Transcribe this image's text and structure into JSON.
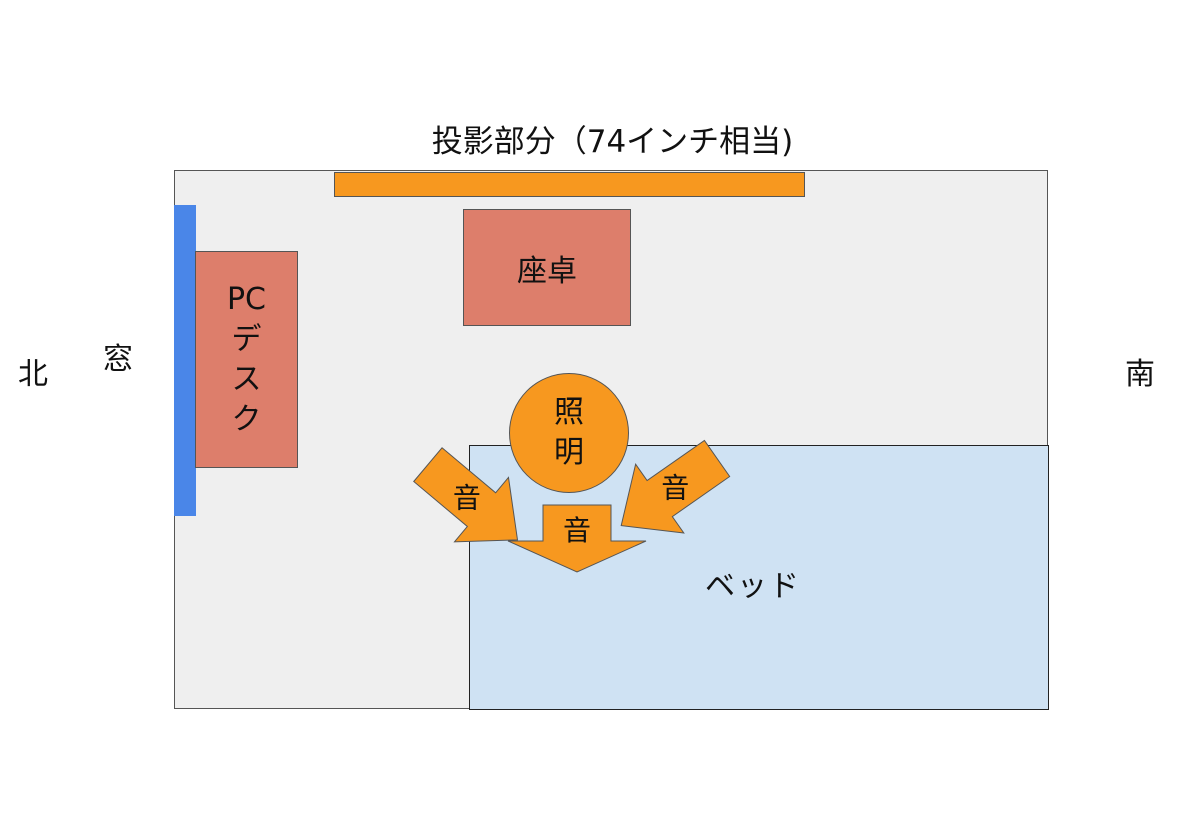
{
  "title": "投影部分（74インチ相当)",
  "directions": {
    "north": "北",
    "south": "南"
  },
  "window": {
    "label": "窓"
  },
  "pc_desk": {
    "lines": [
      "PC",
      "デ",
      "ス",
      "ク"
    ]
  },
  "zataku": {
    "label": "座卓"
  },
  "lamp": {
    "lines": [
      "照",
      "明"
    ]
  },
  "bed": {
    "label": "ベッド"
  },
  "sound": {
    "left": "音",
    "center": "音",
    "right": "音"
  },
  "colors": {
    "room": "#efefef",
    "screen": "#f7981f",
    "window": "#4a86e8",
    "furniture": "#dd7e6b",
    "bed": "#cfe2f3",
    "lamp": "#f7981f",
    "sound_arrow": "#f7981f"
  }
}
